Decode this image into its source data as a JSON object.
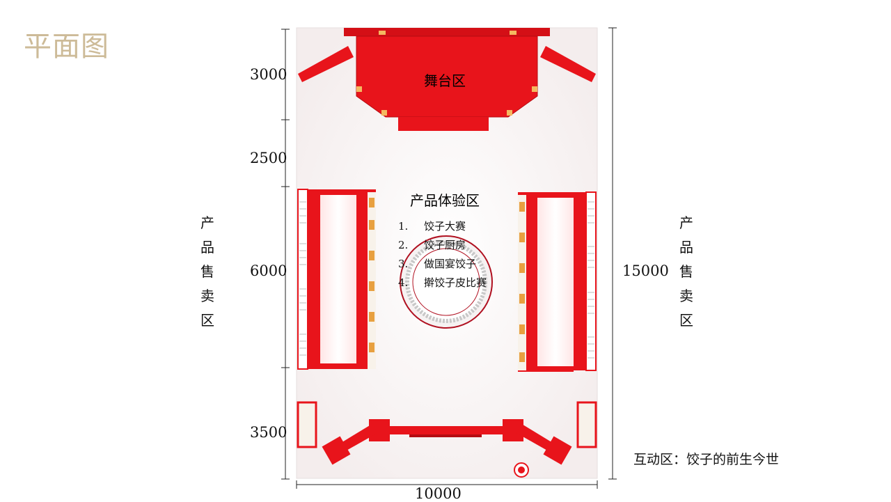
{
  "page_title": "平面图",
  "dimensions": {
    "stage_depth": "3000",
    "aisle_depth": "2500",
    "experience_depth": "6000",
    "interaction_depth": "3500",
    "total_depth": "15000",
    "total_width": "10000"
  },
  "zones": {
    "stage": "舞台区",
    "experience": "产品体验区",
    "sales_left": [
      "产",
      "品",
      "售",
      "卖",
      "区"
    ],
    "sales_right": [
      "产",
      "品",
      "售",
      "卖",
      "区"
    ],
    "interaction": "互动区：饺子的前生今世"
  },
  "experience_items": [
    {
      "num": "1.",
      "text": "饺子大赛"
    },
    {
      "num": "2.",
      "text": "饺子厨房"
    },
    {
      "num": "3.",
      "text": "做国宴饺子"
    },
    {
      "num": "4.",
      "text": "擀饺子皮比赛"
    }
  ],
  "colors": {
    "accent_red": "#e8141b",
    "title_gold": "#cdbb98"
  }
}
